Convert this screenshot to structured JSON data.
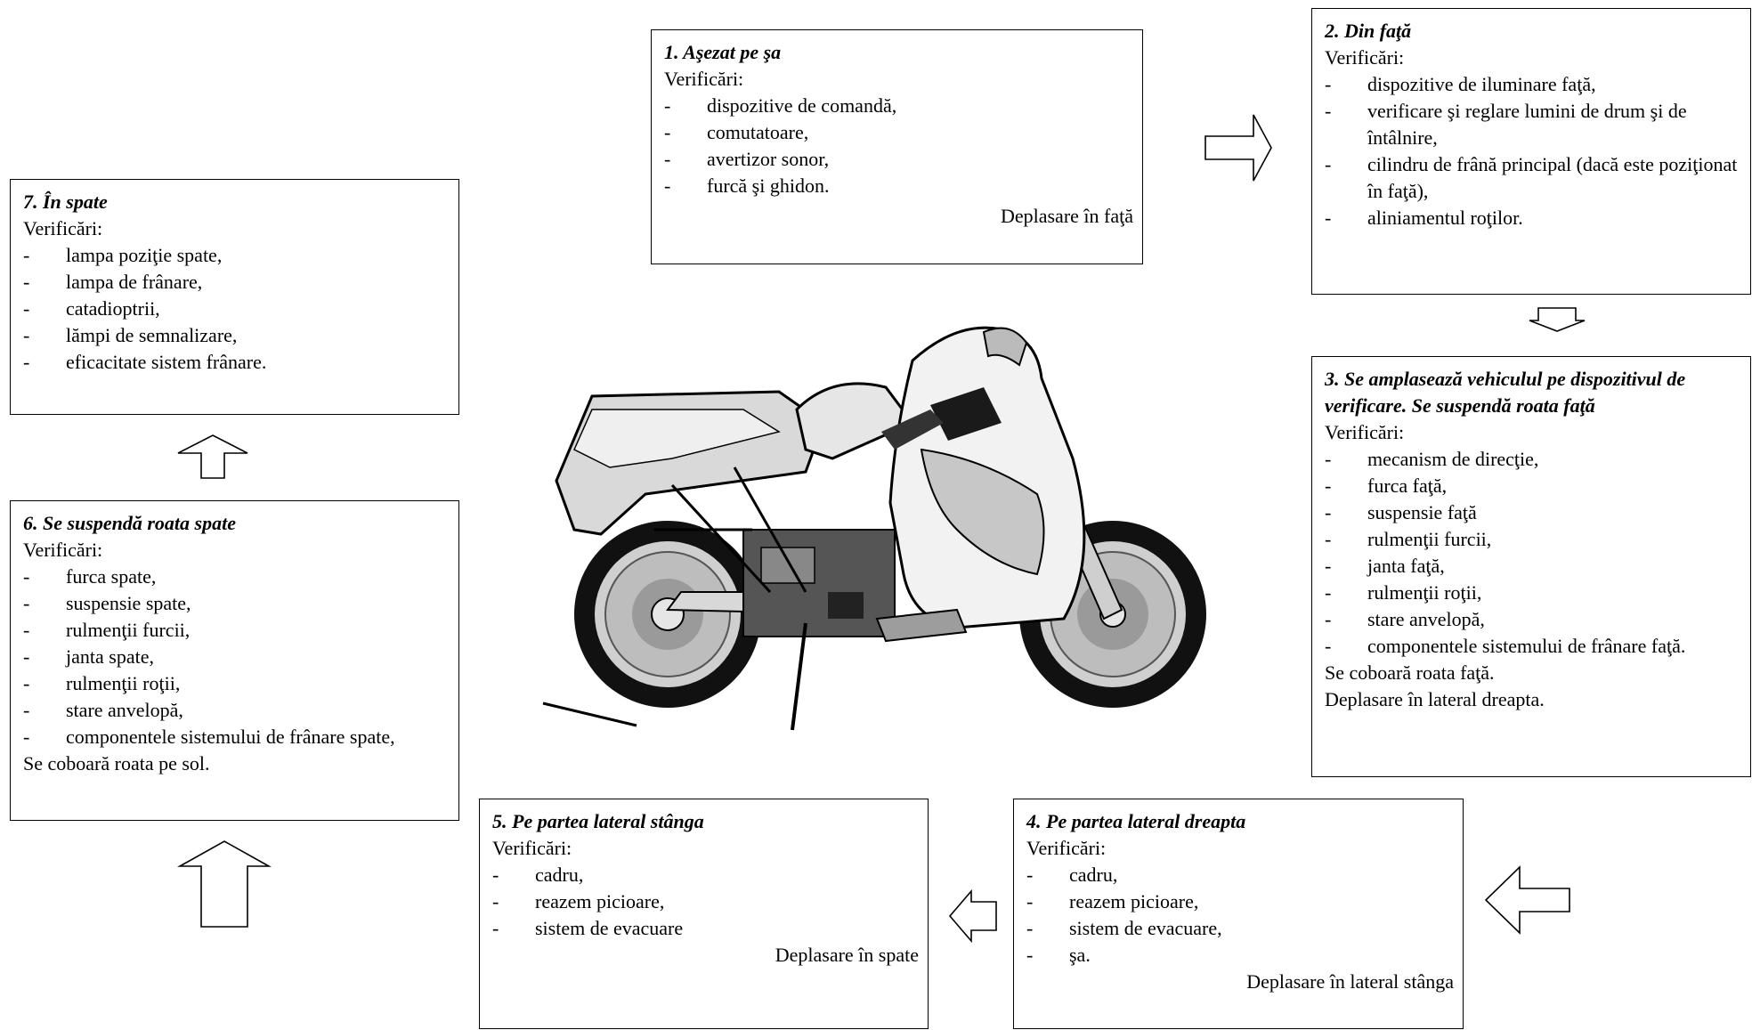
{
  "steps": [
    {
      "title": "1. Aşezat pe şa",
      "label": "Verificări:",
      "items": [
        "dispozitive de comandă,",
        "comutatoare,",
        "avertizor sonor,",
        "furcă şi ghidon."
      ],
      "move": "Deplasare în  faţă"
    },
    {
      "title": "2. Din faţă",
      "label": "Verificări:",
      "items": [
        "dispozitive de iluminare faţă,",
        "verificare şi reglare lumini de drum şi de întâlnire,",
        "cilindru de frână principal (dacă este poziţionat în faţă),",
        "aliniamentul roţilor."
      ]
    },
    {
      "title": "3. Se amplasează vehiculul pe dispozitivul de verificare. Se suspendă roata faţă",
      "label": "Verificări:",
      "items": [
        "mecanism de direcţie,",
        "furca faţă,",
        "suspensie faţă",
        "rulmenţii furcii,",
        "janta faţă,",
        "rulmenţii roţii,",
        "stare anvelopă,",
        "componentele sistemului de frânare faţă."
      ],
      "note": "Se coboară roata faţă.",
      "move": "Deplasare în  lateral dreapta."
    },
    {
      "title": "4. Pe partea lateral dreapta",
      "label": "Verificări:",
      "items": [
        "cadru,",
        "reazem picioare,",
        "sistem de evacuare,",
        "şa."
      ],
      "move": "Deplasare în  lateral stânga"
    },
    {
      "title": "5. Pe partea lateral stânga",
      "label": "Verificări:",
      "items": [
        "cadru,",
        "reazem picioare,",
        "sistem de evacuare"
      ],
      "move": "Deplasare în  spate"
    },
    {
      "title": "6. Se suspendă roata spate",
      "label": "Verificări:",
      "items": [
        "furca spate,",
        "suspensie spate,",
        "rulmenţii furcii,",
        "janta spate,",
        "rulmenţii roţii,",
        "stare anvelopă,",
        "componentele sistemului de frânare spate,"
      ],
      "note": "Se coboară roata pe sol."
    },
    {
      "title": "7. În spate",
      "label": "Verificări:",
      "items": [
        "lampa poziţie spate,",
        "lampa de frânare,",
        "catadioptrii,",
        "lămpi de semnalizare,",
        "eficacitate sistem frânare."
      ]
    }
  ],
  "arrows": [
    {
      "name": "arrow-step1-to-step2",
      "direction": "right"
    },
    {
      "name": "arrow-step2-to-step3",
      "direction": "down"
    },
    {
      "name": "arrow-step3-to-step4",
      "direction": "left"
    },
    {
      "name": "arrow-step4-to-step5",
      "direction": "left"
    },
    {
      "name": "arrow-step5-to-step6",
      "direction": "up"
    },
    {
      "name": "arrow-step6-to-step7",
      "direction": "up"
    }
  ],
  "image": {
    "subject": "motorcycle-illustration"
  }
}
